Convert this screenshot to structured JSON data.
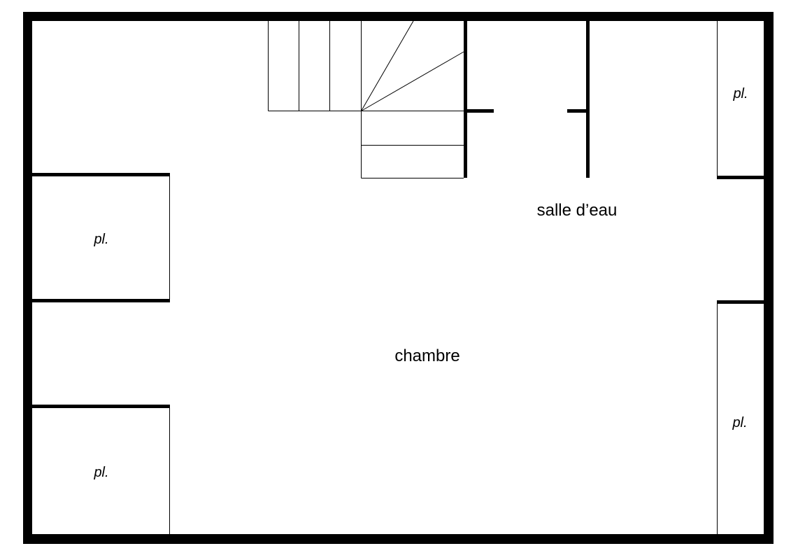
{
  "floor_plan": {
    "rooms": {
      "bedroom": "chambre",
      "shower_room": "salle d’eau"
    },
    "closets": [
      "pl.",
      "pl.",
      "pl.",
      "pl."
    ],
    "colors": {
      "wall": "#000000",
      "background": "#ffffff"
    }
  }
}
